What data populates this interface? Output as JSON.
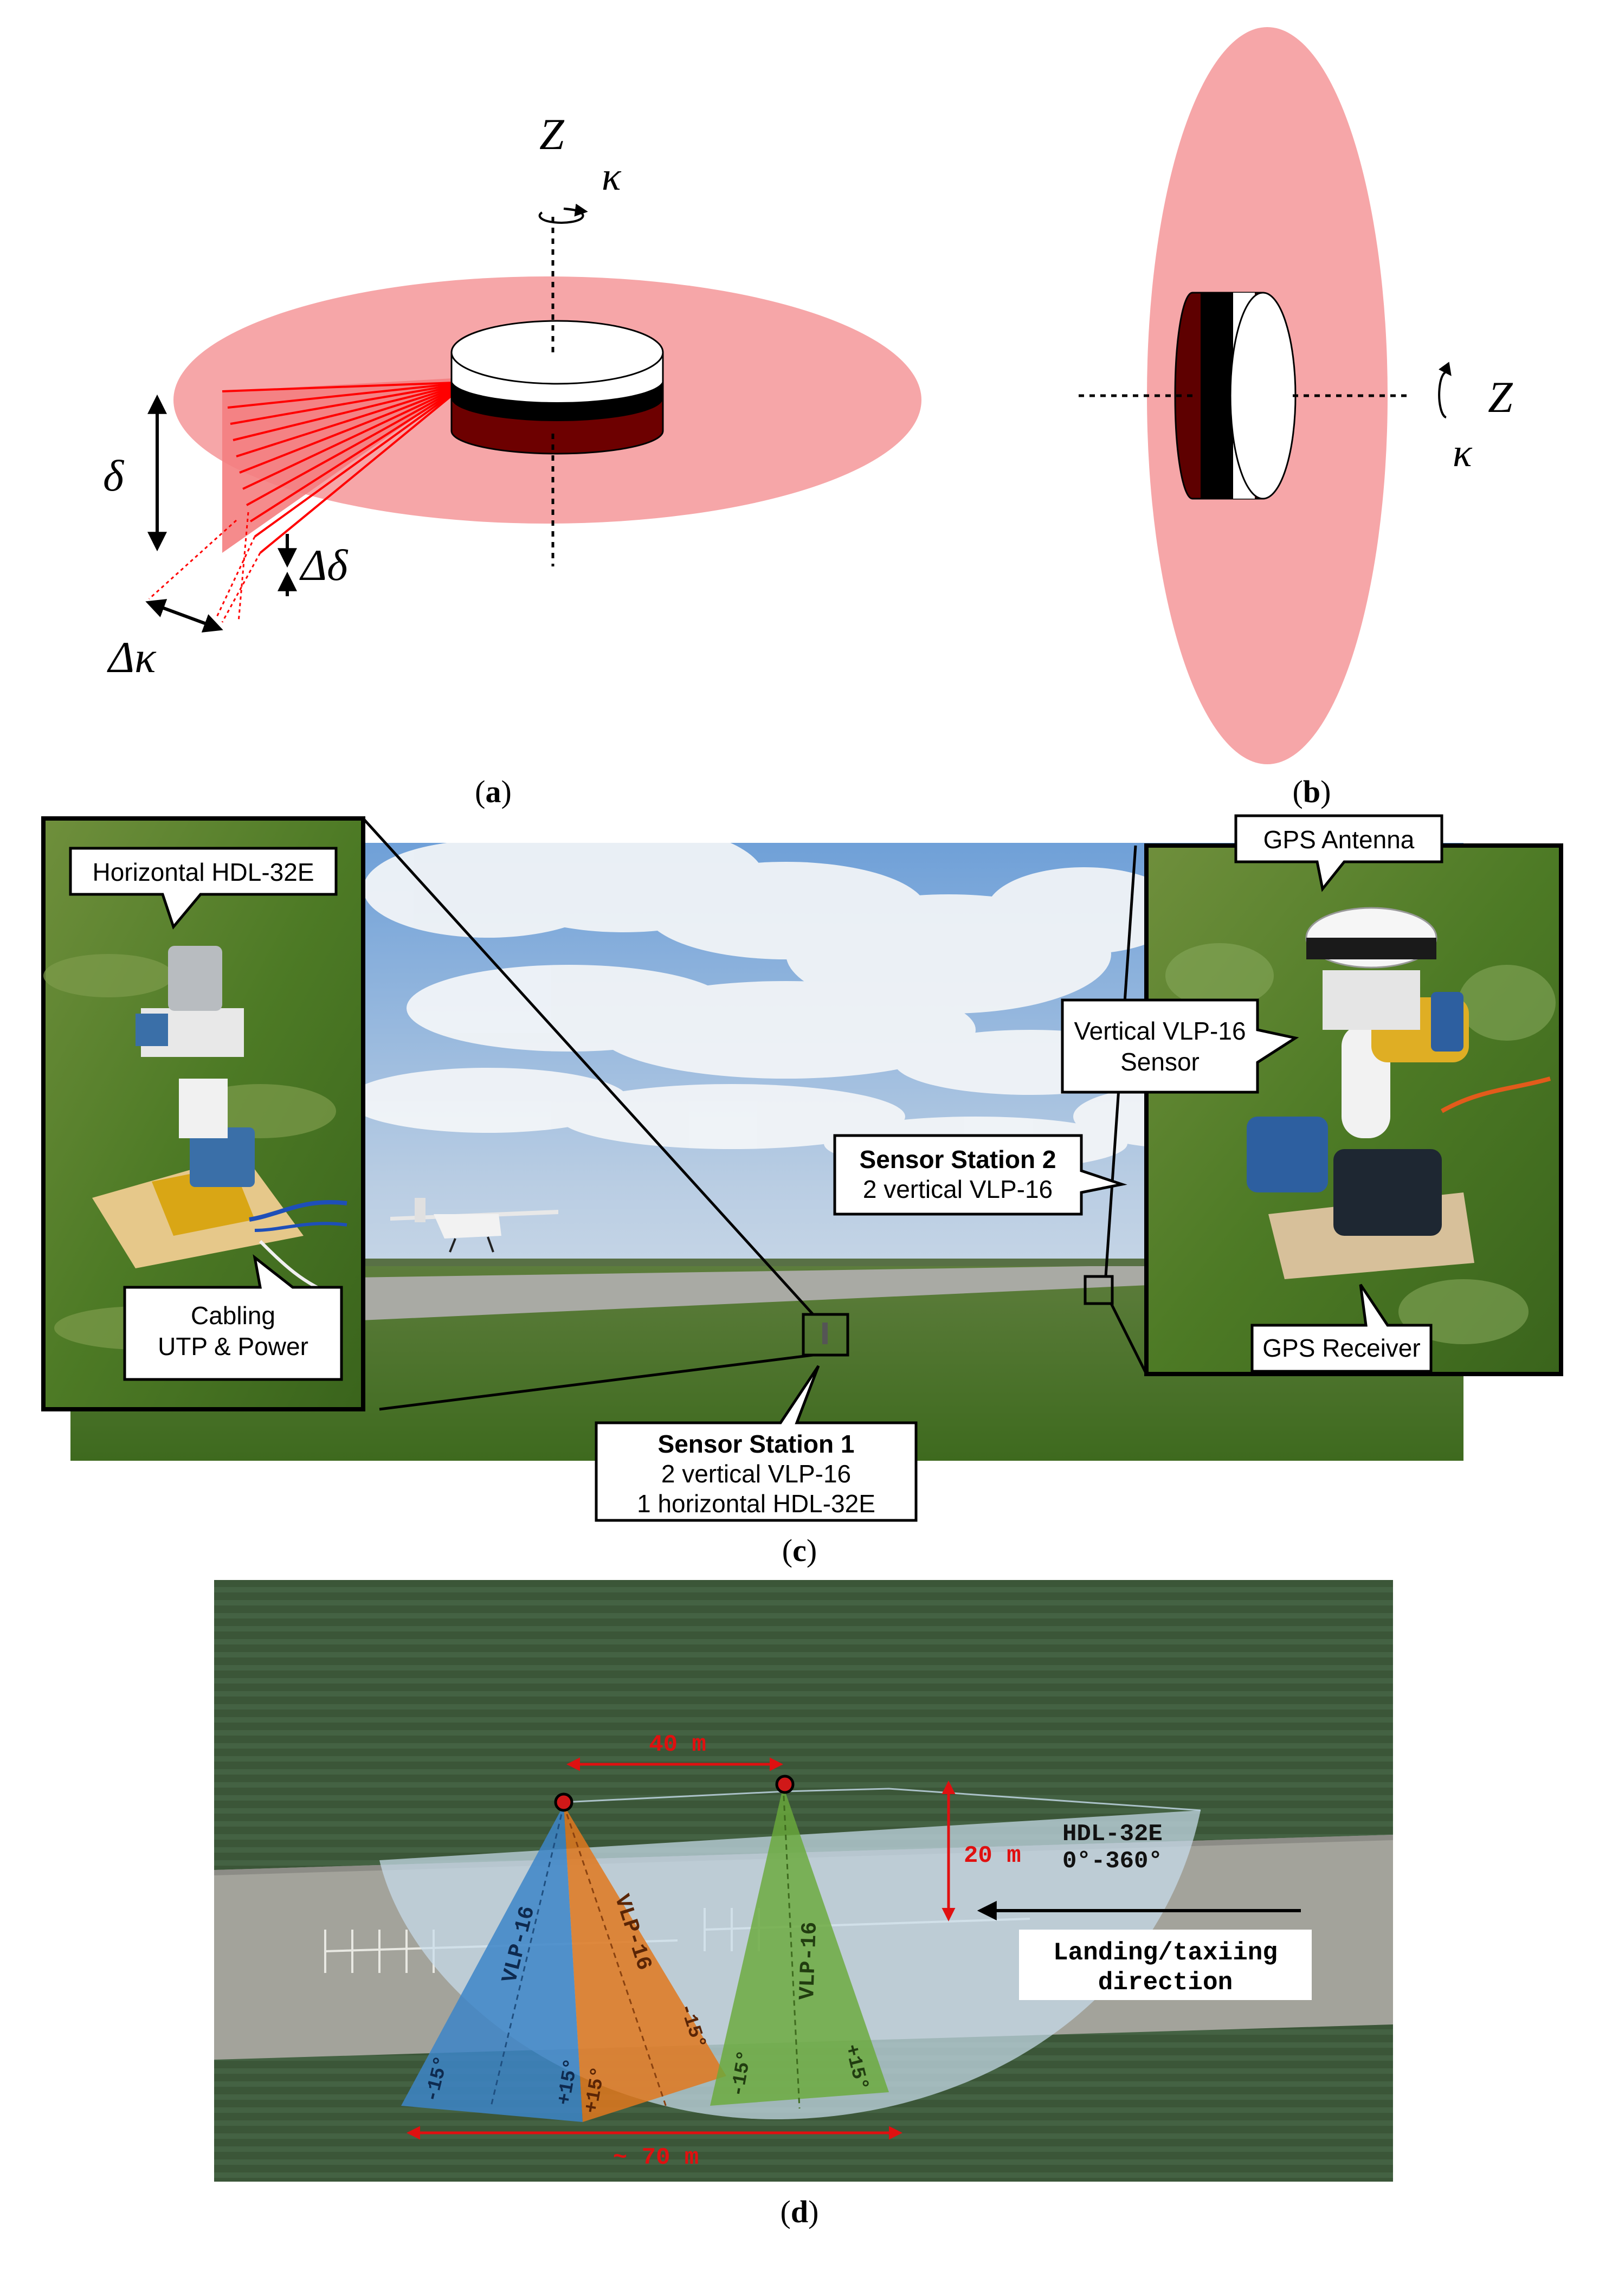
{
  "panel_a": {
    "axis_label": "Z",
    "rotation_label": "κ",
    "elevation_label": "δ",
    "delta_elevation_label": "Δδ",
    "delta_azimuth_label": "Δκ"
  },
  "panel_b": {
    "axis_label": "Z",
    "rotation_label": "κ"
  },
  "panel_c": {
    "callout_horizontal": "Horizontal HDL-32E",
    "callout_cabling_1": "Cabling",
    "callout_cabling_2": "UTP & Power",
    "callout_gps_antenna": "GPS Antenna",
    "callout_vertical_1": "Vertical VLP-16",
    "callout_vertical_2": "Sensor",
    "callout_gps_receiver": "GPS Receiver",
    "station2_title": "Sensor Station 2",
    "station2_line1": "2 vertical VLP-16",
    "station1_title": "Sensor Station 1",
    "station1_line1": "2 vertical VLP-16",
    "station1_line2": "1 horizontal HDL-32E"
  },
  "panel_d": {
    "dist_40": "40 m",
    "dist_20": "20 m",
    "dist_70": "~ 70 m",
    "hdl_name": "HDL-32E",
    "hdl_range": "0°-360°",
    "direction_1": "Landing/taxiing",
    "direction_2": "direction",
    "vlp_label": "VLP-16",
    "angle_minus": "-15°",
    "angle_plus": "+15°"
  },
  "captions": {
    "a_open": "(",
    "a": "a",
    "a_close": ")",
    "b_open": "(",
    "b": "b",
    "b_close": ")",
    "c_open": "(",
    "c": "c",
    "c_close": ")",
    "d_open": "(",
    "d": "d",
    "d_close": ")"
  },
  "colors": {
    "scan_pink": "#f6a6a8",
    "laser_red": "#ff0000",
    "vlp_blue": "#3d85c8",
    "vlp_orange": "#e0781f",
    "vlp_green": "#6aaa3a",
    "hdl_fan": "#c7dcec",
    "dimension_red": "#e01010"
  }
}
